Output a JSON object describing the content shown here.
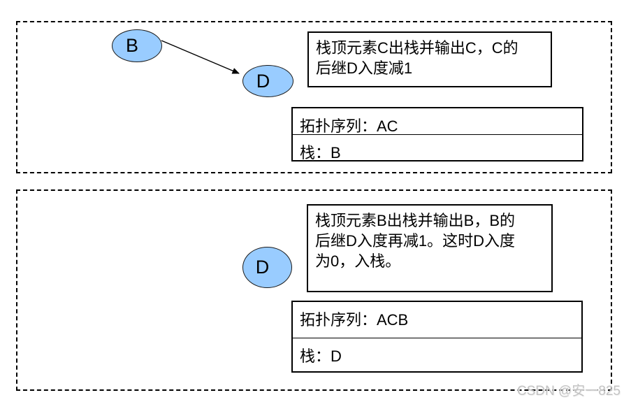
{
  "colors": {
    "node_fill": "#99CCFF",
    "node_border": "#1a1a1a",
    "box_border": "#000000",
    "panel_dash_border": "#000000",
    "watermark_color": "#c3c3c3"
  },
  "panel1": {
    "nodes": {
      "b": "B",
      "d": "D"
    },
    "edge": {
      "from": "B",
      "to": "D"
    },
    "note_lines": {
      "0": "栈顶元素C出栈并输出C，C的",
      "1": "后继D入度减1"
    },
    "table": {
      "row1": "拓扑序列：AC",
      "row2": "栈：B"
    }
  },
  "panel2": {
    "nodes": {
      "d": "D"
    },
    "note_lines": {
      "0": "栈顶元素B出栈并输出B，B的",
      "1": "后继D入度再减1。这时D入度",
      "2": "为0，入栈。"
    },
    "table": {
      "row1": "拓扑序列：ACB",
      "row2": "栈：D"
    }
  },
  "watermark": {
    "text": "CSDN @安一825"
  }
}
